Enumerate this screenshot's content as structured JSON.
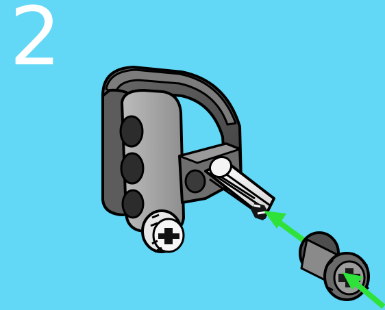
{
  "instruction_step": {
    "step_number": "2"
  },
  "colors": {
    "background": "#62d7f6",
    "step_number": "#ffffff",
    "part_dark_gray": "#5a5a5a",
    "part_mid_gray": "#8a8a8a",
    "part_light_gray": "#c9c9c9",
    "axle_white": "#efefef",
    "arrow_green": "#2ee23a",
    "outline": "#000000"
  },
  "parts": [
    {
      "name": "technic-bracket"
    },
    {
      "name": "axle-connector"
    },
    {
      "name": "axle-pin"
    },
    {
      "name": "bush"
    }
  ],
  "arrows": [
    {
      "name": "insert-arrow-1"
    },
    {
      "name": "insert-arrow-2"
    }
  ]
}
